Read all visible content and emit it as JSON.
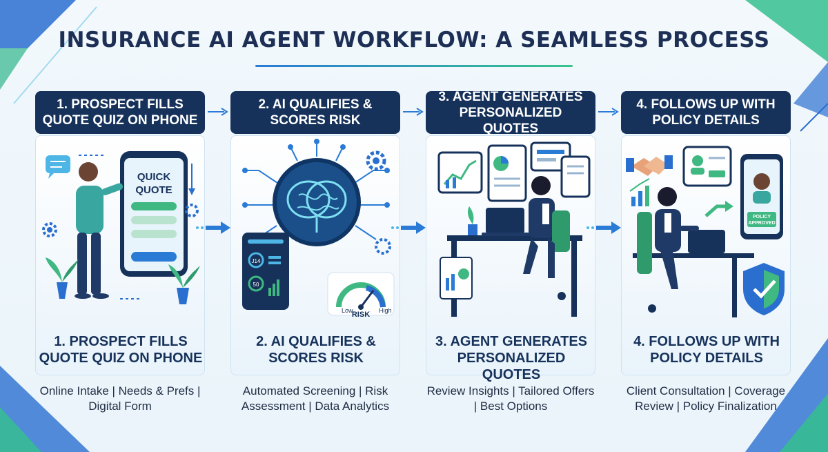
{
  "title": "INSURANCE AI AGENT WORKFLOW: A SEAMLESS PROCESS",
  "steps": [
    {
      "header": "1. PROSPECT FILLS QUOTE QUIZ ON PHONE",
      "subtitle": "1. PROSPECT FILLS QUOTE QUIZ ON PHONE",
      "description": "Online Intake | Needs & Prefs | Digital Form",
      "phone_text_1": "QUICK",
      "phone_text_2": "QUOTE"
    },
    {
      "header": "2. AI QUALIFIES & SCORES RISK",
      "subtitle": "2. AI QUALIFIES & SCORES RISK",
      "description": "Automated Screening | Risk Assessment | Data Analytics",
      "gauge_low": "Low",
      "gauge_high": "High",
      "gauge_label": "RISK",
      "panel_value_1": "J14",
      "panel_value_2": "50"
    },
    {
      "header": "3. AGENT GENERATES PERSONALIZED QUOTES",
      "subtitle": "3. AGENT GENERATES PERSONALIZED QUOTES",
      "description": "Review Insights | Tailored Offers | Best Options"
    },
    {
      "header": "4. FOLLOWS UP WITH POLICY DETAILS",
      "subtitle": "4. FOLLOWS UP WITH POLICY DETAILS",
      "description": "Client Consultation | Coverage Review | Policy Finalization",
      "badge_line_1": "POLICY",
      "badge_line_2": "APPROVED"
    }
  ],
  "icons": [
    "chat-bubble-icon",
    "gear-icon",
    "brain-icon",
    "gauge-icon",
    "chart-icon",
    "handshake-icon",
    "shield-check-icon",
    "arrow-right-icon",
    "plant-icon"
  ],
  "colors": {
    "navy": "#16325a",
    "blue": "#2a7bd6",
    "green": "#38c48c",
    "light_bg": "#eaf4fa"
  }
}
